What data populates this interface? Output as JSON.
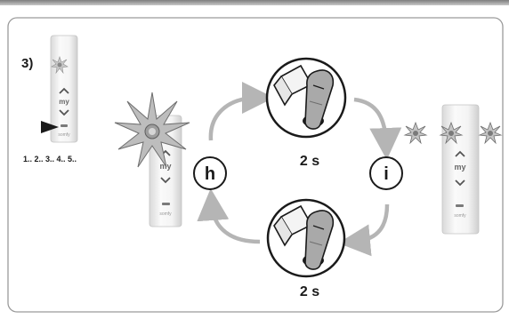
{
  "step": {
    "number": "3)"
  },
  "remote_left": {
    "my_label": "my",
    "brand": "somfy"
  },
  "remote_center": {
    "my_label": "my",
    "brand": "somfy"
  },
  "remote_right": {
    "my_label": "my",
    "brand": "somfy"
  },
  "count_sequence": "1.. 2.. 3.. 4.. 5..",
  "top_press": {
    "duration": "2 s"
  },
  "bottom_press": {
    "duration": "2 s"
  },
  "node_h": {
    "letter": "h"
  },
  "node_i": {
    "letter": "i"
  },
  "colors": {
    "arrow": "#b5b5b5",
    "panel_border": "#9a9a9a",
    "star": "#6e6e6e",
    "remote_body": "#f1f1f1"
  }
}
